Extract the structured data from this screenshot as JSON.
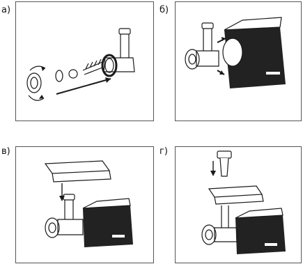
{
  "labels": {
    "a": "а)",
    "b": "б)",
    "v": "в)",
    "g": "г)"
  },
  "colors": {
    "ink": "#1a1a1a",
    "outline": "#555555",
    "body_dark": "#222222",
    "accent": "#ffffff"
  },
  "icons": {
    "panel_a": "meat-grinder-parts-assembly-icon",
    "panel_b": "grinder-head-attach-icon",
    "panel_v": "tray-install-icon",
    "panel_g": "pusher-insert-icon"
  }
}
